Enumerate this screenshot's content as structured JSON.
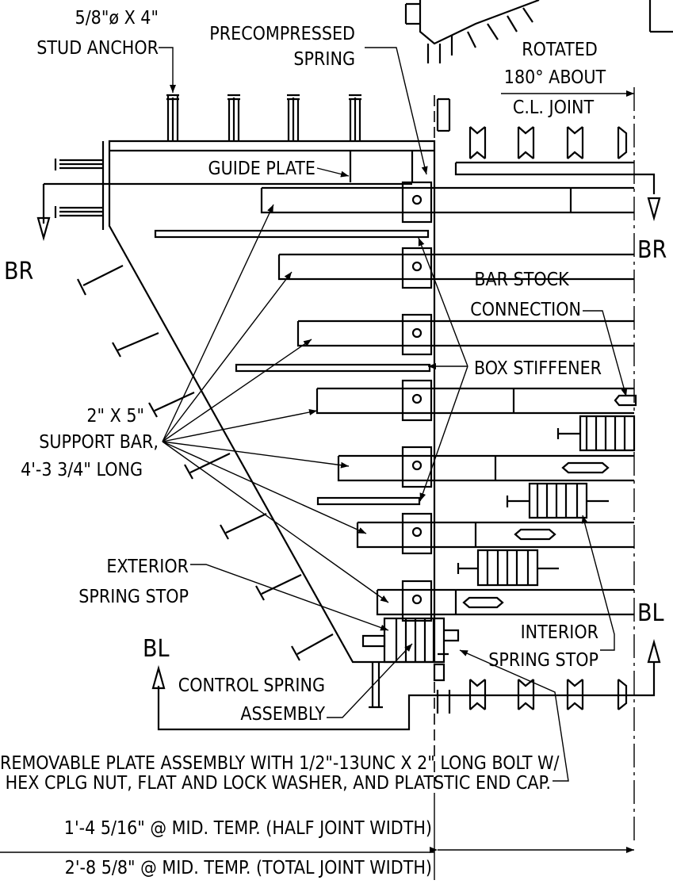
{
  "labels": {
    "stud_anchor_1": "5/8\"ø X 4\"",
    "stud_anchor_2": "STUD ANCHOR",
    "precompressed_1": "PRECOMPRESSED",
    "precompressed_2": "SPRING",
    "rotated_1": "ROTATED",
    "rotated_2": "180° ABOUT",
    "rotated_3": "C.L. JOINT",
    "guide_plate": "GUIDE PLATE",
    "br_left": "BR",
    "br_right": "BR",
    "bar_stock_1": "BAR STOCK",
    "bar_stock_2": "CONNECTION",
    "box_stiffener": "BOX STIFFENER",
    "support_bar_1": "2\" X 5\"",
    "support_bar_2": "SUPPORT BAR,",
    "support_bar_3": "4'-3 3/4\" LONG",
    "exterior_stop_1": "EXTERIOR",
    "exterior_stop_2": "SPRING STOP",
    "bl_left": "BL",
    "bl_right": "BL",
    "interior_stop_1": "INTERIOR",
    "interior_stop_2": "SPRING STOP",
    "control_spring_1": "CONTROL SPRING",
    "control_spring_2": "ASSEMBLY",
    "removable_1": "REMOVABLE PLATE ASSEMBLY WITH 1/2\"-13UNC X 2\" LONG BOLT W/",
    "removable_2": "HEX CPLG NUT, FLAT AND LOCK WASHER, AND PLATSTIC END CAP.",
    "dim_half": "1'-4 5/16\" @ MID. TEMP. (HALF JOINT WIDTH)",
    "dim_total": "2'-8 5/8\" @ MID. TEMP. (TOTAL JOINT WIDTH)"
  }
}
